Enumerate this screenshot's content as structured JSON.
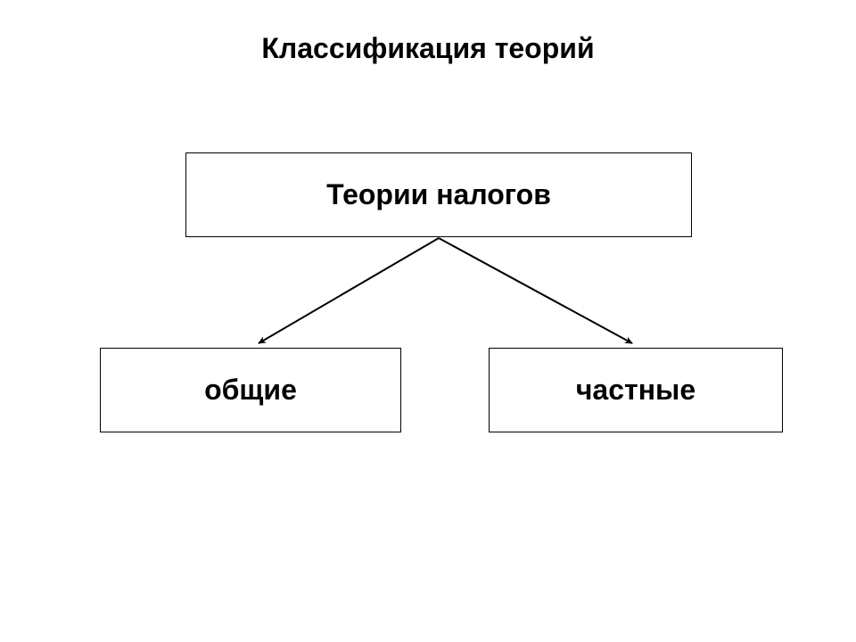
{
  "title": "Классификация теорий",
  "diagram": {
    "root": {
      "label": "Теории налогов"
    },
    "children": [
      {
        "label": "общие"
      },
      {
        "label": "частные"
      }
    ],
    "edges": [
      {
        "from": "Теории налогов",
        "to": "общие"
      },
      {
        "from": "Теории налогов",
        "to": "частные"
      }
    ]
  },
  "colors": {
    "background": "#ffffff",
    "box_fill": "#ffffff",
    "box_border": "#000000",
    "text": "#000000",
    "arrow": "#000000"
  }
}
